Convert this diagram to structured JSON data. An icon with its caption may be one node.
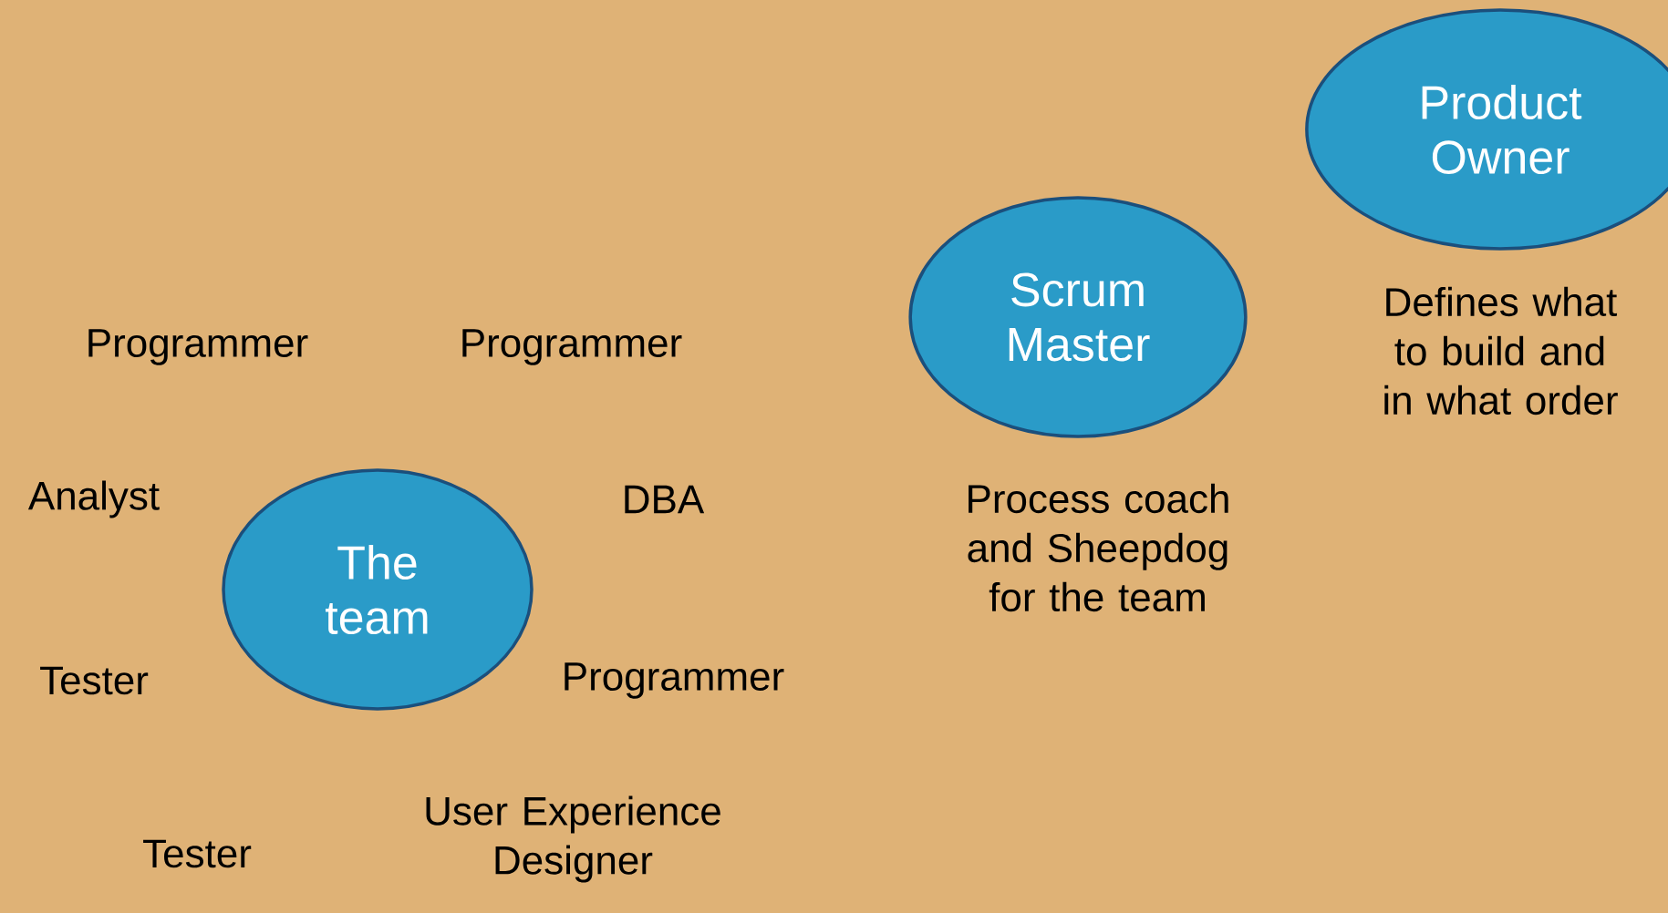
{
  "diagram": {
    "nodes": [
      {
        "text": [
          "The team"
        ]
      },
      {
        "text": [
          "Scrum Master"
        ],
        "beside": [
          "Process coach and Sheepdog for the team"
        ]
      },
      {
        "text": [
          "Product Owner"
        ],
        "beside": [
          "Defines what to build and in what order"
        ]
      }
    ],
    "labels": [
      "Programmer",
      "Programmer",
      "Analyst",
      "DBA",
      "Tester",
      "Programmer",
      "Tester",
      "User Experience Designer"
    ]
  }
}
